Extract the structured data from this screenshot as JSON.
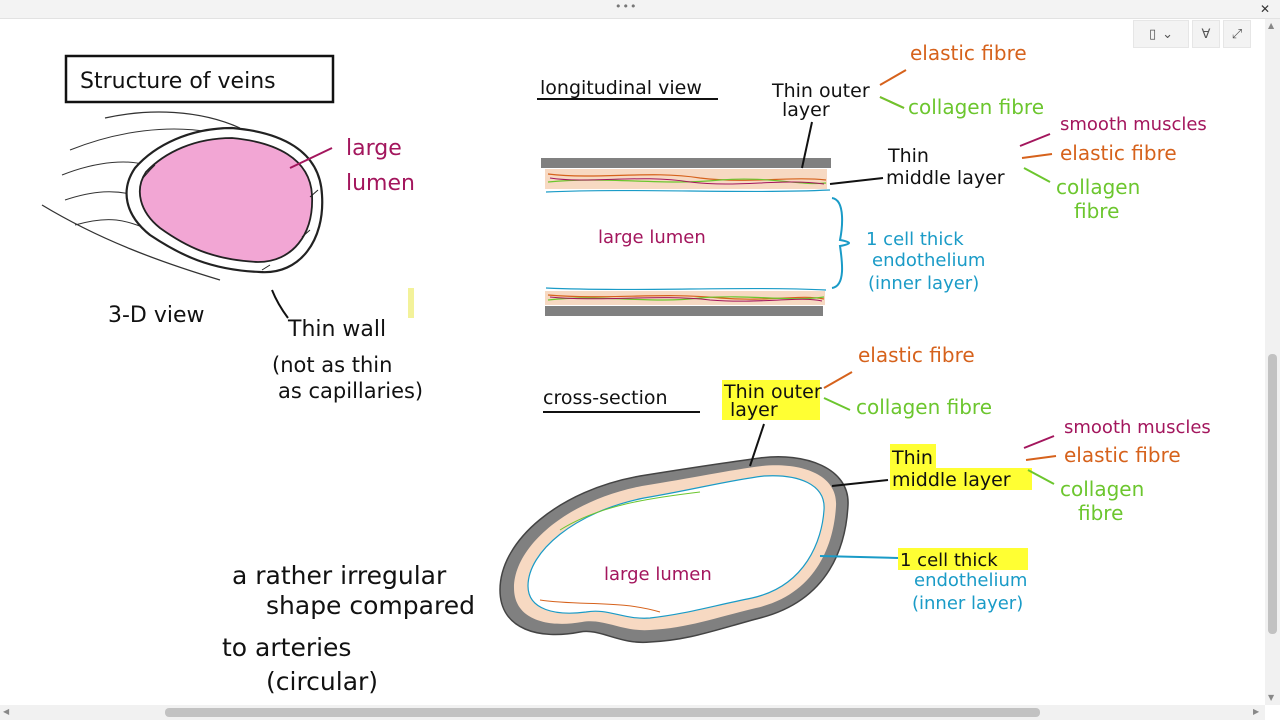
{
  "window": {
    "close_label": "✕",
    "grip": "•••"
  },
  "toolbar": {
    "panel_icon": "▯",
    "chevron": "⌄",
    "filter_icon": "∀",
    "expand_icon": "⤢"
  },
  "diagram": {
    "title": "Structure of veins",
    "three_d": {
      "large": "large",
      "lumen": "lumen",
      "view": "3-D view",
      "wall": "Thin wall",
      "note_1": "(not as thin",
      "note_2": "as capillaries)"
    },
    "longitudinal": {
      "heading": "longitudinal view",
      "outer_1": "Thin outer",
      "outer_2": "layer",
      "elastic": "elastic fibre",
      "collagen": "collagen fibre",
      "middle_1": "Thin",
      "middle_2": "middle layer",
      "smooth": "smooth muscles",
      "elastic_2": "elastic fibre",
      "collagen_2a": "collagen",
      "collagen_2b": "fibre",
      "lumen": "large lumen",
      "endo_1": "1 cell thick",
      "endo_2": "endothelium",
      "endo_3": "(inner layer)"
    },
    "cross": {
      "heading": "cross-section",
      "outer_1": "Thin outer",
      "outer_2": "layer",
      "elastic": "elastic fibre",
      "collagen": "collagen fibre",
      "middle_1": "Thin",
      "middle_2": "middle layer",
      "smooth": "smooth muscles",
      "elastic_2": "elastic fibre",
      "collagen_2a": "collagen",
      "collagen_2b": "fibre",
      "lumen": "large lumen",
      "endo_1": "1 cell thick",
      "endo_2": "endothelium",
      "endo_3": "(inner layer)"
    },
    "shape_note": {
      "line_1": "a rather irregular",
      "line_2": "shape compared",
      "line_3": "to arteries",
      "line_4": "(circular)"
    },
    "colors": {
      "magenta": "#a3165d",
      "orange": "#d6621c",
      "green": "#6cc62e",
      "blue": "#1a9bc7",
      "highlight": "#ffff33",
      "lumen_pink": "#f2a6d4",
      "wall_grey": "#808080",
      "middle_beige": "#f7d9c2"
    }
  }
}
